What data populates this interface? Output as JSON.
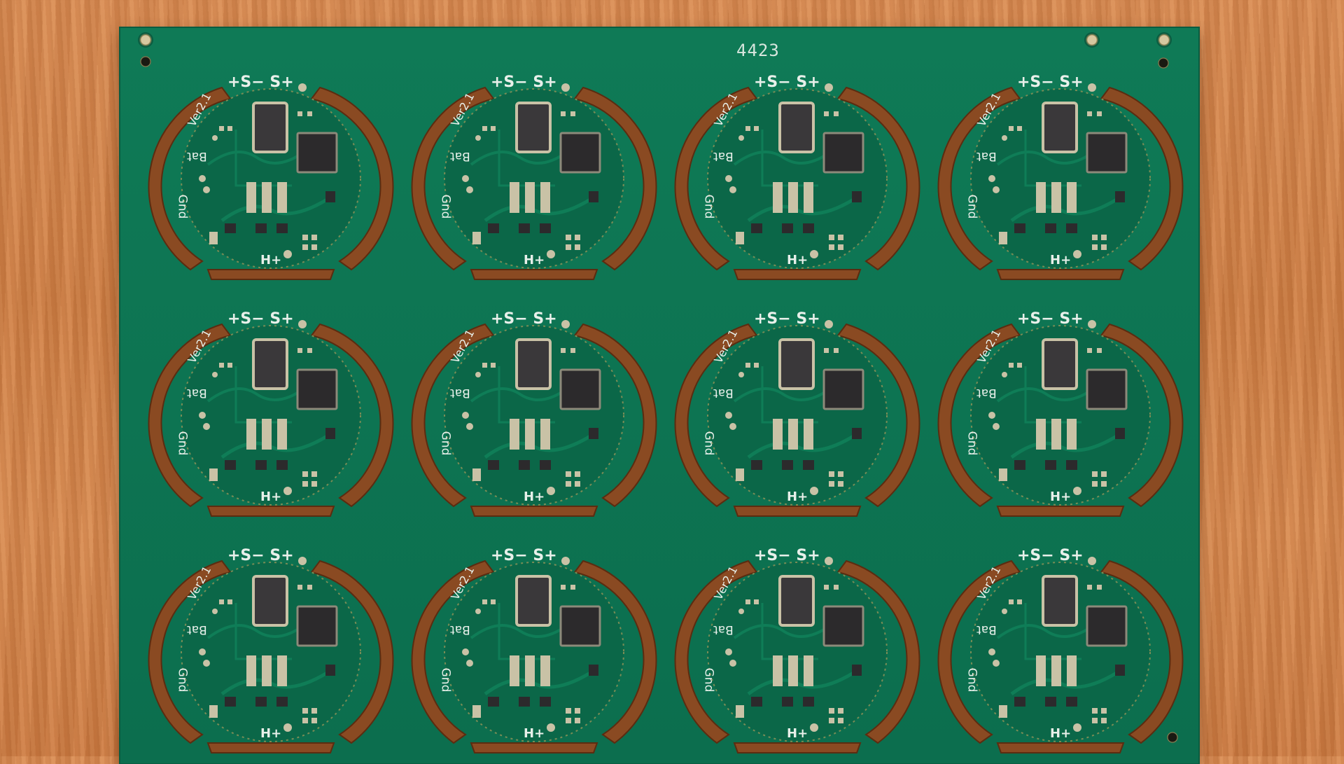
{
  "panel": {
    "panel_id": "4423",
    "rows": 3,
    "cols": 4
  },
  "board_labels": {
    "sensor_pins": "+S− S+",
    "version": "Ver2.1",
    "battery": "Bat",
    "ground": "Gnd",
    "heater": "H+"
  },
  "colors": {
    "wood": "#d4844b",
    "soldermask": "#0e7652",
    "silkscreen": "#e8f0ea",
    "copper_pad": "#c9c2a6",
    "ic_body": "#2c2a2c"
  }
}
